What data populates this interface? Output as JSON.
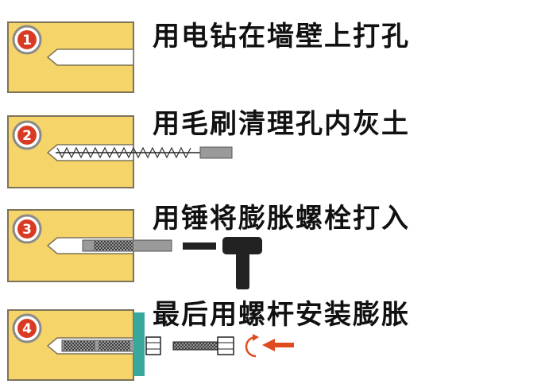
{
  "colors": {
    "wall": "#f5d46a",
    "wall_border": "#7d7358",
    "hole": "#ffffff",
    "badge": "#d93a24",
    "badge_ring": "#8a8a8a",
    "steel": "#9a9a9a",
    "dark": "#222222",
    "plate": "#3aa79c",
    "arrow": "#e04a1f"
  },
  "steps": [
    {
      "number": "1",
      "label": "用电钻在墙壁上打孔",
      "icon": "drill-hole"
    },
    {
      "number": "2",
      "label": "用毛刷清理孔内灰土",
      "icon": "brush"
    },
    {
      "number": "3",
      "label": "用锤将膨胀螺栓打入",
      "icon": "hammer"
    },
    {
      "number": "4",
      "label": "最后用螺杆安装膨胀",
      "icon": "bolt-install"
    }
  ]
}
